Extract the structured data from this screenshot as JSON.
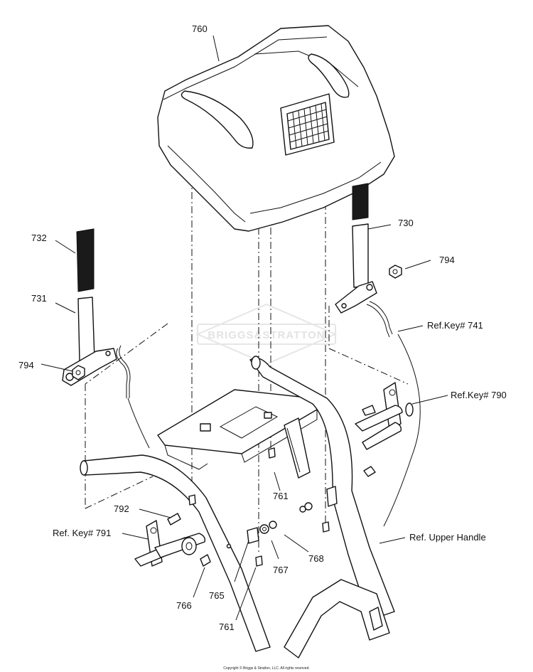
{
  "labels": {
    "p760": "760",
    "p730": "730",
    "p732": "732",
    "p794a": "794",
    "p731": "731",
    "p794b": "794",
    "ref741": "Ref.Key# 741",
    "ref790": "Ref.Key# 790",
    "p761a": "761",
    "p792": "792",
    "ref791": "Ref. Key# 791",
    "refUpper": "Ref. Upper Handle",
    "p768": "768",
    "p767": "767",
    "p765": "765",
    "p766": "766",
    "p761b": "761"
  },
  "watermark": "BRIGGS&STRATTON",
  "copyright": "Copyright © Briggs & Stratton, LLC. All rights reserved."
}
